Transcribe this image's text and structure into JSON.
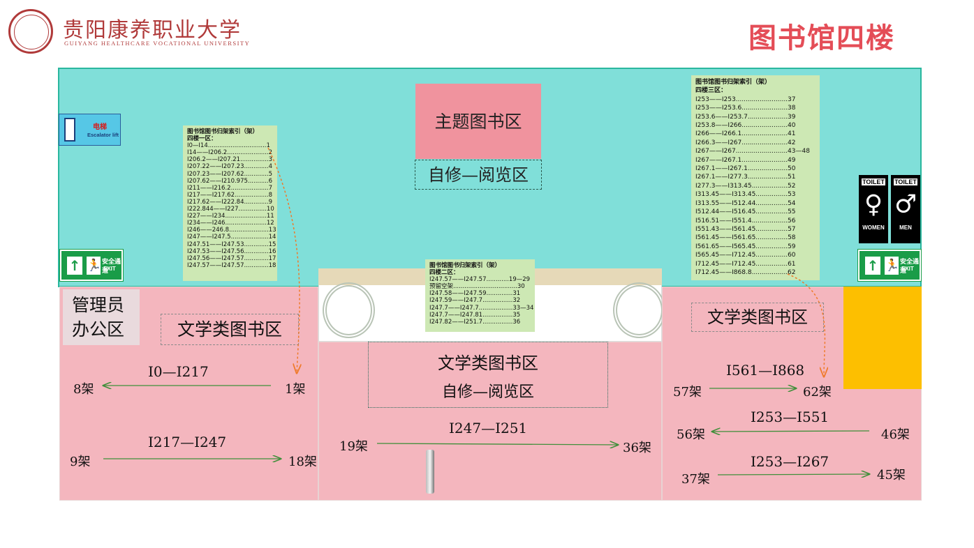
{
  "header": {
    "logo_cn": "贵阳康养职业大学",
    "logo_en": "GUIYANG HEALTHCARE VOCATIONAL UNIVERSITY",
    "page_title": "图书馆四楼"
  },
  "zones": {
    "theme_zone": "主题图书区",
    "self_study_top": "自修—阅览区",
    "admin_office_l1": "管理员",
    "admin_office_l2": "办公区",
    "literature_left": "文学类图书区",
    "literature_right": "文学类图书区",
    "literature_mid": "文学类图书区",
    "self_study_mid": "自修—阅览区"
  },
  "signs": {
    "elevator_cn": "电梯",
    "elevator_en": "Escalator lift",
    "exit_cn": "安全通道",
    "exit_en": "EXIT",
    "toilet": "TOILET",
    "women": "WOMEN",
    "men": "MEN"
  },
  "colors": {
    "floor": "#80dfd9",
    "zone_pink": "#f4b6be",
    "theme_pink": "#f0939e",
    "index_green": "#cde8b4",
    "exit_green": "#1a9c48",
    "orange_block": "#fdbf00",
    "title_red": "#e44d57"
  },
  "index1": {
    "title": "图书馆图书归架索引（架）",
    "zone": "四楼一区：",
    "rows": [
      "I0—I14...............................1",
      "I14——I206.2......................2",
      "I206.2——I207.21...............3",
      "I207.22——I207.23.............4",
      "I207.23——I207.62.............5",
      "I207.62——I210.975...........6",
      "I211——I216.2....................7",
      "I217——I217.62..................8",
      "I217.62——I222.84.............9",
      "I222.844——I227...............10",
      "I227——I234......................11",
      "I234——I246......................12",
      "I246——246.8.....................13",
      "I247——I247.5....................14",
      "I247.51——I247.53.............15",
      "I247.53——I247.56.............16",
      "I247.56——I247.57.............17",
      "I247.57——I247.57.............18"
    ]
  },
  "index2": {
    "title": "图书馆图书归架索引（架）",
    "zone": "四楼二区：",
    "rows": [
      "I247.57——I247.57............19—29",
      "预留空架..................................30",
      "I247.58——I247.59..............31",
      "I247.59——I247.7................32",
      "I247.7——I247.7..................33—34",
      "I247.7——I247.81................35",
      "I247.82——I251.7................36"
    ]
  },
  "index3": {
    "title": "图书馆图书归架索引（架）",
    "zone": "四楼三区：",
    "rows": [
      "I253——I253..........................37",
      "I253——I253.6.......................38",
      "I253.6——I253.7....................39",
      "I253.8——I266.......................40",
      "I266——I266.1.......................41",
      "I266.3——I267.......................42",
      "I267——I267..........................43—48",
      "I267——I267.1.......................49",
      "I267.1——I267.1....................50",
      "I267.1——I277.3....................51",
      "I277.3——I313.45..................52",
      "I313.45——I313.45................53",
      "I313.55——I512.44................54",
      "I512.44——I516.45................55",
      "I516.51——I551.4..................56",
      "I551.43——I561.45................57",
      "I561.45——I561.65................58",
      "I561.65——I565.45................59",
      "I565.45——I712.45................60",
      "I712.45——I712.45................61",
      "I712.45——I868.8..................62"
    ]
  },
  "routes": {
    "left1": {
      "range": "I0—I217",
      "from": "1架",
      "to": "8架"
    },
    "left2": {
      "range": "I217—I247",
      "from": "9架",
      "to": "18架"
    },
    "mid1": {
      "range": "I247—I251",
      "from": "19架",
      "to": "36架"
    },
    "right1": {
      "range": "I561—I868",
      "from": "57架",
      "to": "62架"
    },
    "right2": {
      "range": "I253—I551",
      "from": "46架",
      "to": "56架"
    },
    "right3": {
      "range": "I253—I267",
      "from": "37架",
      "to": "45架"
    }
  }
}
